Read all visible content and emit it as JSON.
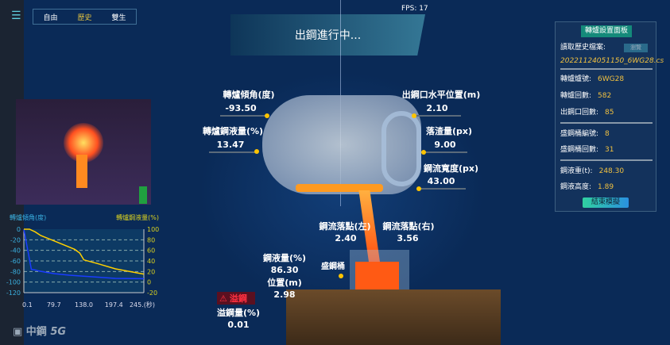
{
  "header": {
    "modes": [
      "自由",
      "歷史",
      "雙生"
    ],
    "active_mode": "歷史",
    "status": "出鋼進行中...",
    "fps": "FPS: 17"
  },
  "converter": {
    "tilt_angle": {
      "label": "轉爐傾角(度)",
      "value": "-93.50"
    },
    "steel_level": {
      "label": "轉爐鋼液量(%)",
      "value": "13.47"
    },
    "tap_hole_x": {
      "label": "出鋼口水平位置(m)",
      "value": "2.10"
    },
    "slag": {
      "label": "落渣量(px)",
      "value": "9.00"
    },
    "stream_width": {
      "label": "鋼流寬度(px)",
      "value": "43.00"
    }
  },
  "ladle": {
    "impact_left": {
      "label": "鋼流落點(左)",
      "value": "2.40"
    },
    "impact_right": {
      "label": "鋼流落點(右)",
      "value": "3.56"
    },
    "name": "盛鋼桶",
    "level": {
      "label": "鋼液量(%)",
      "value": "86.30"
    },
    "position": {
      "label": "位置(m)",
      "value": "2.98"
    },
    "overflow_warning": "溢鋼",
    "overflow": {
      "label": "溢鋼量(%)",
      "value": "0.01"
    }
  },
  "panel": {
    "title": "轉爐設置面板",
    "history_label": "讀取歷史檔案:",
    "browse": "瀏覽",
    "file": "20221124051150_6WG28.cs",
    "rows1": [
      {
        "k": "轉爐爐號:",
        "v": "6WG28"
      },
      {
        "k": "轉爐回數:",
        "v": "582"
      },
      {
        "k": "出鋼口回數:",
        "v": "85"
      }
    ],
    "rows2": [
      {
        "k": "盛鋼桶編號:",
        "v": "8"
      },
      {
        "k": "盛鋼桶回數:",
        "v": "31"
      }
    ],
    "rows3": [
      {
        "k": "鋼液重(t):",
        "v": "248.30"
      },
      {
        "k": "鋼液高度:",
        "v": "1.89"
      }
    ],
    "end_button": "結束模擬"
  },
  "logo": {
    "text": "中鋼 5G"
  },
  "chart_data": {
    "type": "line",
    "ylabel_left": "轉爐傾角(度)",
    "ylabel_right": "轉爐鋼液量(%)",
    "x_ticks": [
      "0.1",
      "79.7",
      "138.0",
      "197.4",
      "245.(秒)"
    ],
    "x_tick_values": [
      0.1,
      79.7,
      138.0,
      197.4,
      245.0
    ],
    "ylim_left": [
      -120,
      0
    ],
    "yticks_left": [
      0,
      -20,
      -40,
      -60,
      -80,
      -100,
      -120
    ],
    "ylim_right": [
      -20,
      100
    ],
    "yticks_right": [
      100,
      80,
      60,
      40,
      20,
      0,
      -20
    ],
    "grid": true,
    "series": [
      {
        "axis": "left",
        "color": "#1a3cff",
        "x": [
          0.1,
          20,
          30,
          40,
          55,
          80,
          110,
          140,
          170,
          200,
          245
        ],
        "y": [
          0,
          -76,
          -77,
          -79,
          -81,
          -84,
          -87,
          -89,
          -91,
          -93,
          -93.5
        ]
      },
      {
        "axis": "right",
        "color": "#ffd000",
        "x": [
          0.1,
          15,
          30,
          45,
          80,
          120,
          130,
          138,
          165,
          200,
          245
        ],
        "y": [
          100,
          100,
          95,
          88,
          78,
          62,
          55,
          42,
          35,
          25,
          15
        ]
      }
    ]
  }
}
